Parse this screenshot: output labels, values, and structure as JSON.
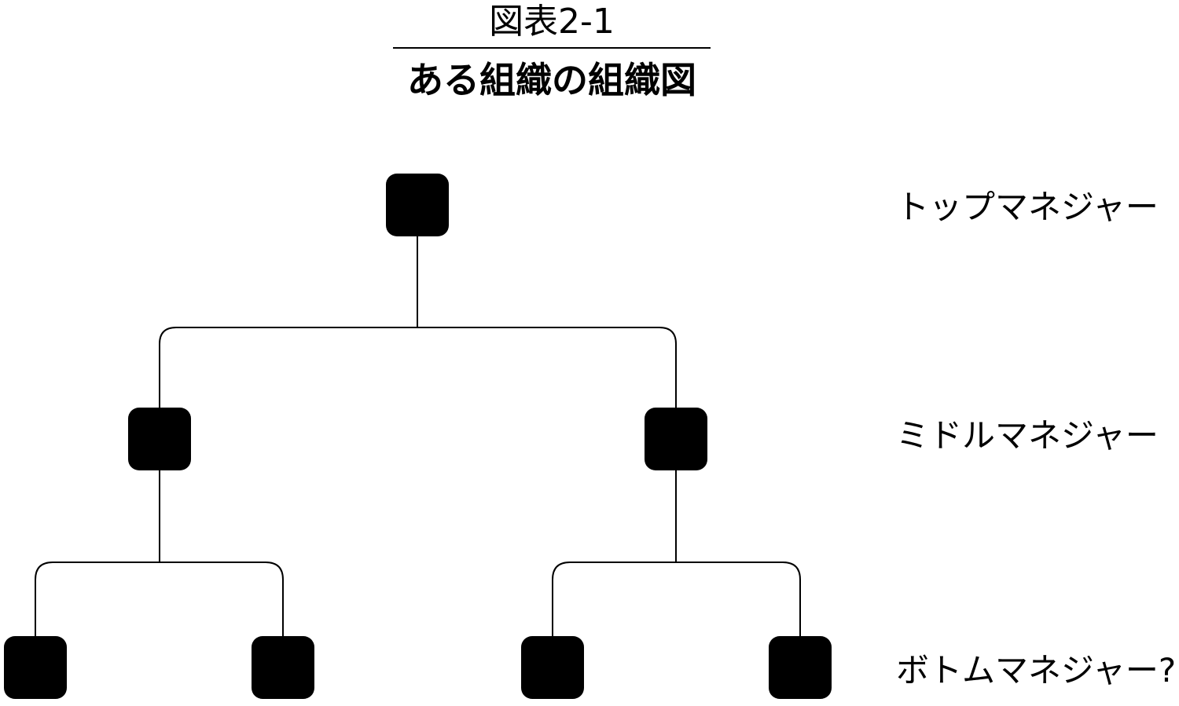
{
  "figure": {
    "number": "図表2-1",
    "title": "ある組織の組織図"
  },
  "levels": {
    "top": "トップマネジャー",
    "middle": "ミドルマネジャー",
    "bottom": "ボトムマネジャー?"
  },
  "colors": {
    "node_fill": "#000000",
    "line": "#000000",
    "background": "#ffffff"
  }
}
